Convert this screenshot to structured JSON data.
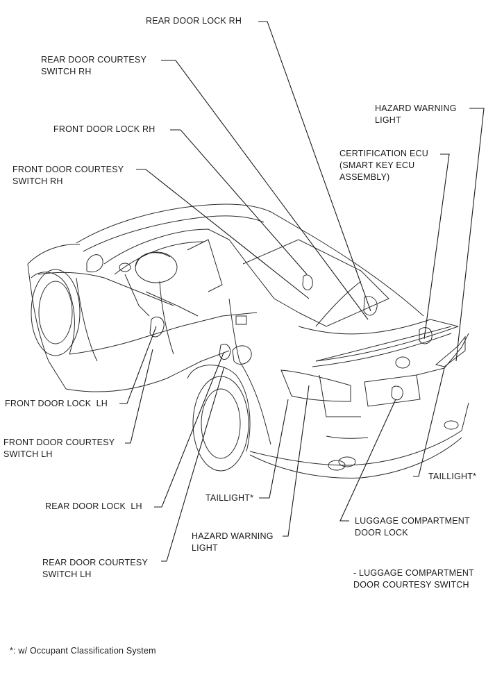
{
  "labels": {
    "rear_door_lock_rh": "REAR DOOR LOCK RH",
    "rear_door_courtesy_switch_rh": "REAR DOOR COURTESY\nSWITCH RH",
    "front_door_lock_rh": "FRONT DOOR LOCK RH",
    "front_door_courtesy_switch_rh": "FRONT DOOR COURTESY\nSWITCH RH",
    "hazard_warning_light_right": "HAZARD WARNING\nLIGHT",
    "certification_ecu": "CERTIFICATION ECU\n(SMART KEY ECU\nASSEMBLY)",
    "front_door_lock_lh": "FRONT DOOR LOCK  LH",
    "front_door_courtesy_switch_lh": "FRONT DOOR COURTESY\nSWITCH LH",
    "rear_door_lock_lh": "REAR DOOR LOCK  LH",
    "taillight_center": "TAILLIGHT*",
    "taillight_right": "TAILLIGHT*",
    "hazard_warning_light_center": "HAZARD WARNING\nLIGHT",
    "rear_door_courtesy_switch_lh": "REAR DOOR COURTESY\nSWITCH LH",
    "luggage_compartment_door_lock": "LUGGAGE COMPARTMENT\nDOOR LOCK",
    "luggage_compartment_door_courtesy_switch": "- LUGGAGE COMPARTMENT\nDOOR COURTESY SWITCH"
  },
  "footnote": "*: w/ Occupant Classification System"
}
